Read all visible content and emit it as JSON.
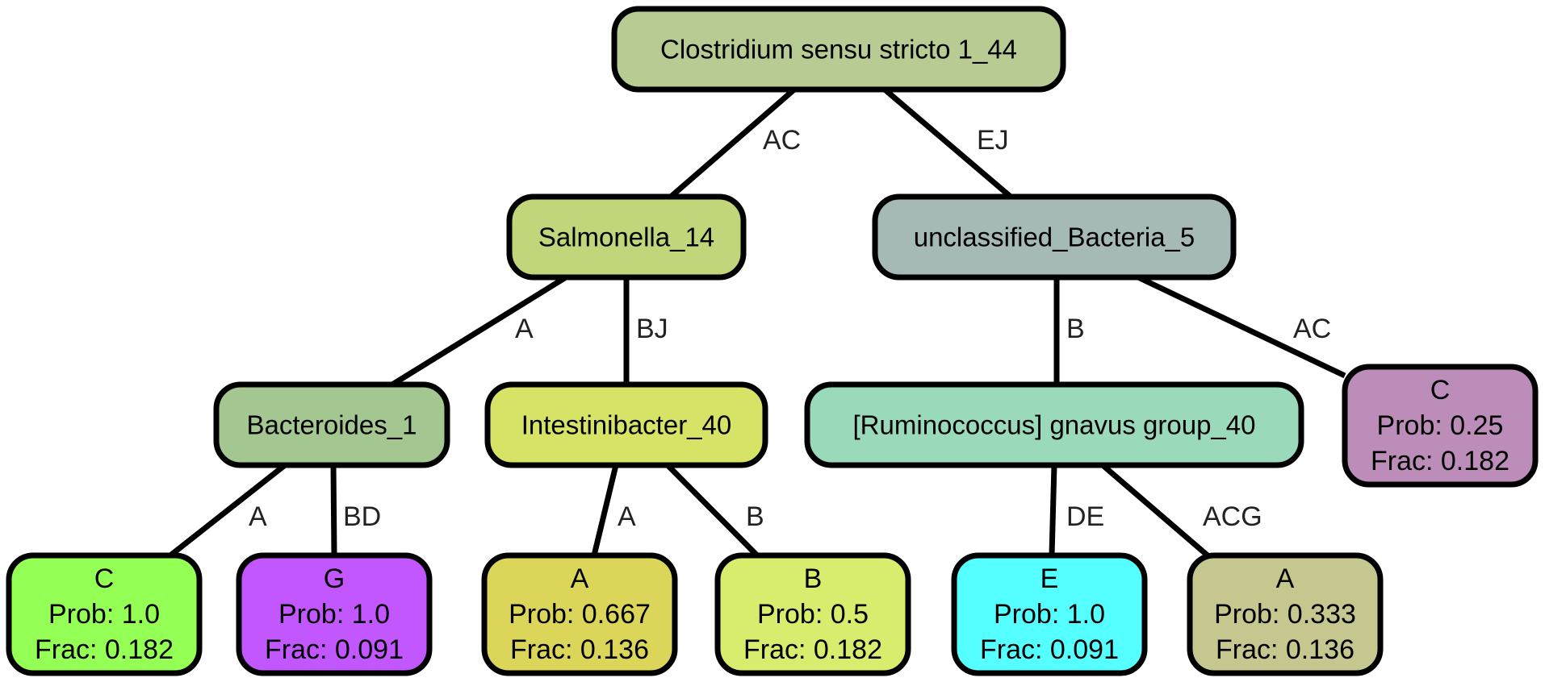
{
  "nodes": {
    "root": {
      "lines": [
        "Clostridium sensu stricto 1_44"
      ],
      "fill": "#b7cb93"
    },
    "salmonella": {
      "lines": [
        "Salmonella_14"
      ],
      "fill": "#c1d67a"
    },
    "unclassified": {
      "lines": [
        "unclassified_Bacteria_5"
      ],
      "fill": "#a5b9b7"
    },
    "bacteroides": {
      "lines": [
        "Bacteroides_1"
      ],
      "fill": "#a4c690"
    },
    "intestinibacter": {
      "lines": [
        "Intestinibacter_40"
      ],
      "fill": "#d7e366"
    },
    "ruminococcus": {
      "lines": [
        "[Ruminococcus] gnavus group_40"
      ],
      "fill": "#9ad9b9"
    },
    "leaf_c1": {
      "lines": [
        "C",
        "Prob: 1.0",
        "Frac: 0.182"
      ],
      "fill": "#94ff55"
    },
    "leaf_g": {
      "lines": [
        "G",
        "Prob: 1.0",
        "Frac: 0.091"
      ],
      "fill": "#c257ff"
    },
    "leaf_a1": {
      "lines": [
        "A",
        "Prob: 0.667",
        "Frac: 0.136"
      ],
      "fill": "#dbd65a"
    },
    "leaf_b": {
      "lines": [
        "B",
        "Prob: 0.5",
        "Frac: 0.182"
      ],
      "fill": "#d8ed6d"
    },
    "leaf_e": {
      "lines": [
        "E",
        "Prob: 1.0",
        "Frac: 0.091"
      ],
      "fill": "#55ffff"
    },
    "leaf_a2": {
      "lines": [
        "A",
        "Prob: 0.333",
        "Frac: 0.136"
      ],
      "fill": "#c6c68f"
    },
    "leaf_c2": {
      "lines": [
        "C",
        "Prob: 0.25",
        "Frac: 0.182"
      ],
      "fill": "#bb8db8"
    }
  },
  "edges": [
    {
      "from": "root",
      "to": "salmonella",
      "label": "AC"
    },
    {
      "from": "root",
      "to": "unclassified",
      "label": "EJ"
    },
    {
      "from": "salmonella",
      "to": "bacteroides",
      "label": "A"
    },
    {
      "from": "salmonella",
      "to": "intestinibacter",
      "label": "BJ"
    },
    {
      "from": "bacteroides",
      "to": "leaf_c1",
      "label": "A"
    },
    {
      "from": "bacteroides",
      "to": "leaf_g",
      "label": "BD"
    },
    {
      "from": "intestinibacter",
      "to": "leaf_a1",
      "label": "A"
    },
    {
      "from": "intestinibacter",
      "to": "leaf_b",
      "label": "B"
    },
    {
      "from": "unclassified",
      "to": "ruminococcus",
      "label": "B"
    },
    {
      "from": "unclassified",
      "to": "leaf_c2",
      "label": "AC"
    },
    {
      "from": "ruminococcus",
      "to": "leaf_e",
      "label": "DE"
    },
    {
      "from": "ruminococcus",
      "to": "leaf_a2",
      "label": "ACG"
    }
  ]
}
